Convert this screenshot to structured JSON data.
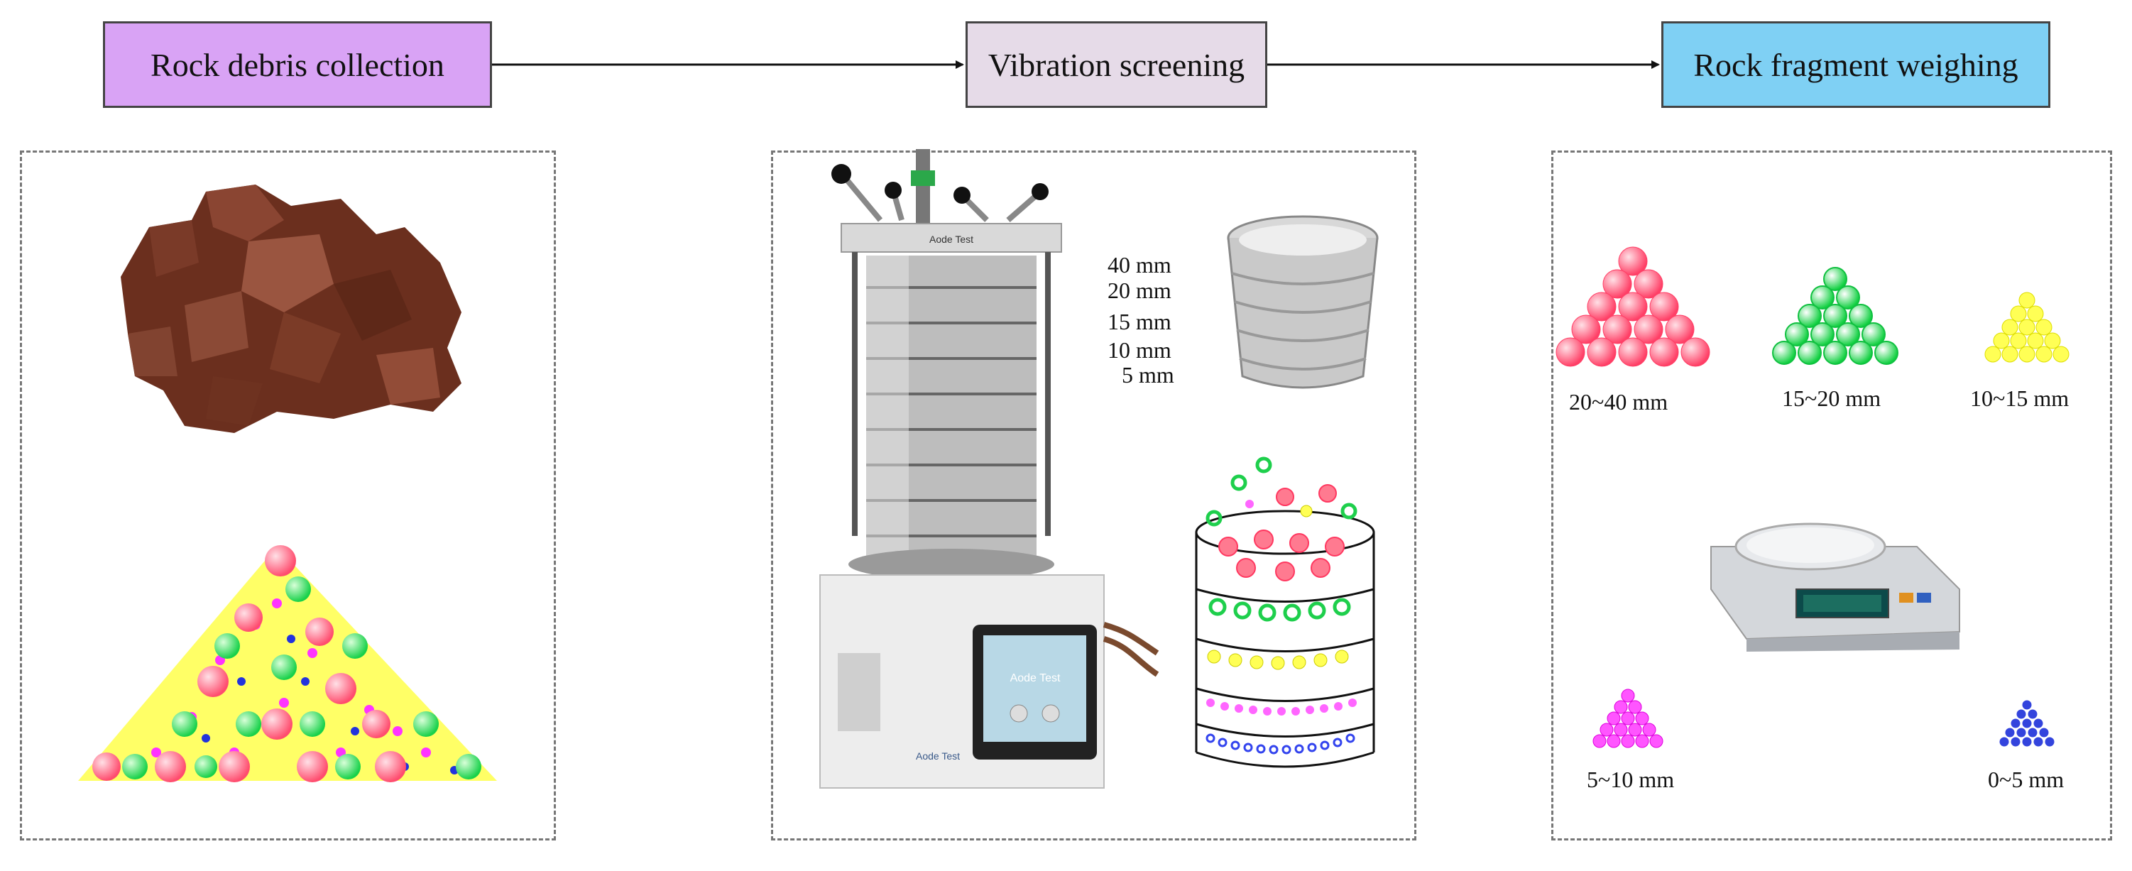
{
  "steps": [
    {
      "label": "Rock debris collection",
      "color": "#d9a3f5"
    },
    {
      "label": "Vibration screening",
      "color": "#e6dbe8"
    },
    {
      "label": "Rock fragment weighing",
      "color": "#7fd0f4"
    }
  ],
  "screen": {
    "sieve_sizes": [
      "40 mm",
      "20 mm",
      "15 mm",
      "10 mm",
      "5 mm"
    ],
    "brand_top": "Aode Test",
    "brand_front": "Aode Test",
    "brand_display": "Aode Test"
  },
  "fractions": [
    {
      "range": "20~40 mm",
      "color": "#ff5a7a"
    },
    {
      "range": "15~20 mm",
      "color": "#22dd55"
    },
    {
      "range": "10~15 mm",
      "color": "#ffff33"
    },
    {
      "range": "5~10 mm",
      "color": "#ff33ff"
    },
    {
      "range": "0~5 mm",
      "color": "#2233dd"
    }
  ]
}
